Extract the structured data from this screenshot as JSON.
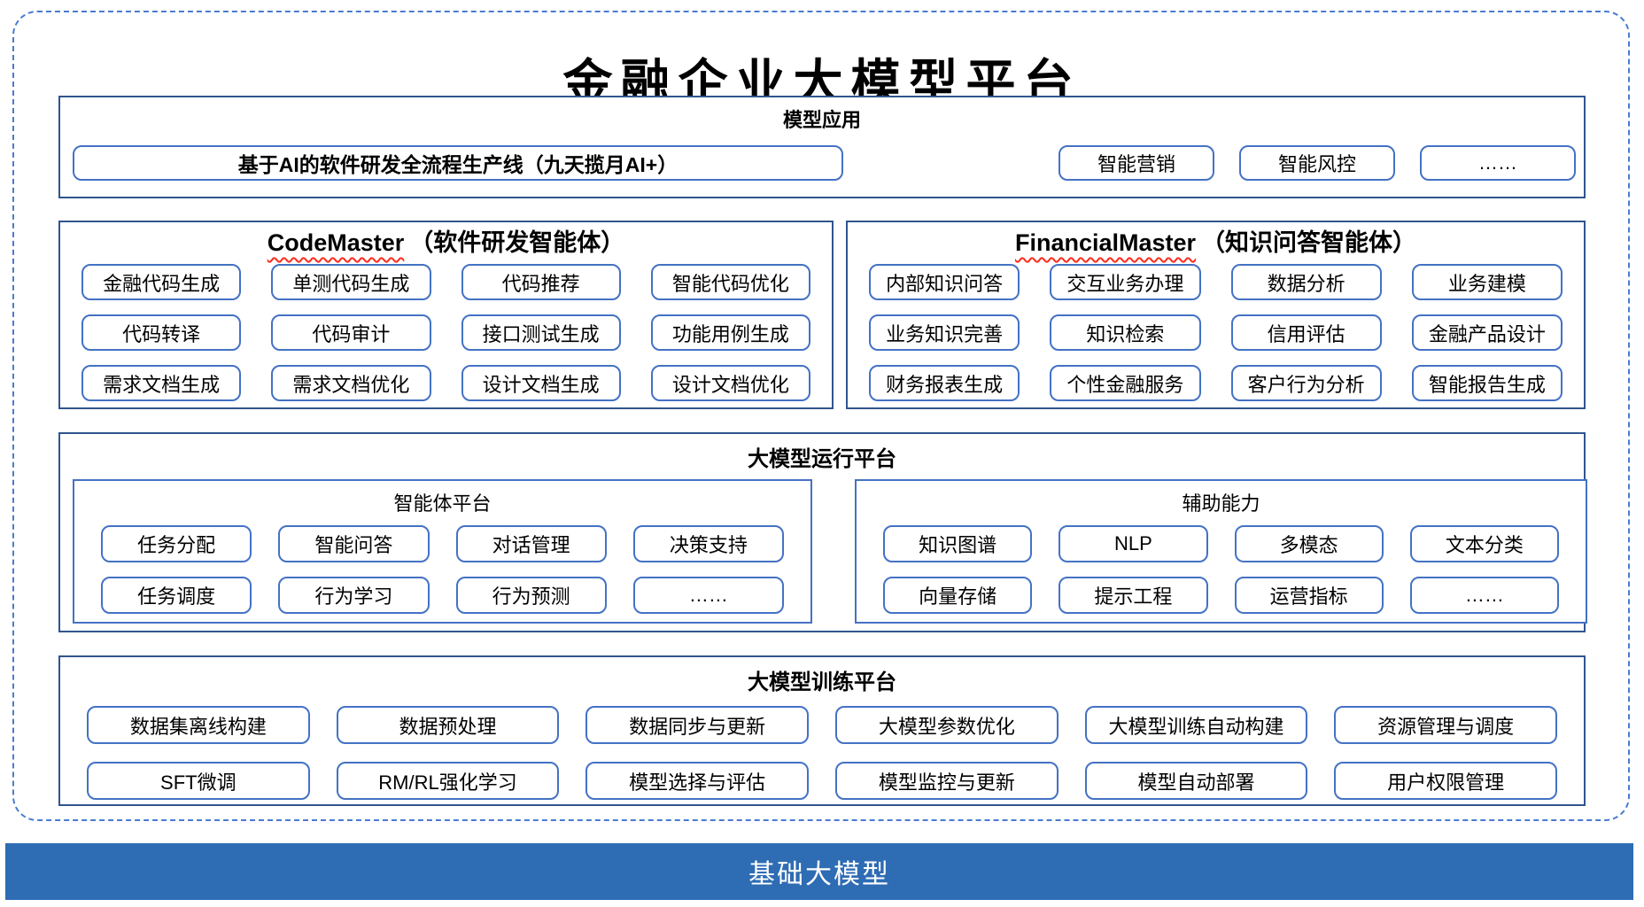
{
  "title": "金融企业大模型平台",
  "colors": {
    "frame_blue": "#4a7bd0",
    "box_border": "#30558e",
    "button_border": "#4472c4",
    "bar_blue": "#2e6cb4",
    "underline_red": "#ff2a1a"
  },
  "model_application": {
    "title": "模型应用",
    "pipeline_label": "基于AI的软件研发全流程生产线（九天揽月AI+）",
    "items": [
      "智能营销",
      "智能风控",
      "……"
    ]
  },
  "code_master": {
    "name": "CodeMaster",
    "subtitle": "（软件研发智能体）",
    "capabilities": [
      "金融代码生成",
      "单测代码生成",
      "代码推荐",
      "智能代码优化",
      "代码转译",
      "代码审计",
      "接口测试生成",
      "功能用例生成",
      "需求文档生成",
      "需求文档优化",
      "设计文档生成",
      "设计文档优化"
    ]
  },
  "financial_master": {
    "name": "FinancialMaster",
    "subtitle": "（知识问答智能体）",
    "capabilities": [
      "内部知识问答",
      "交互业务办理",
      "数据分析",
      "业务建模",
      "业务知识完善",
      "知识检索",
      "信用评估",
      "金融产品设计",
      "财务报表生成",
      "个性金融服务",
      "客户行为分析",
      "智能报告生成"
    ]
  },
  "runtime_platform": {
    "title": "大模型运行平台",
    "agent_platform": {
      "title": "智能体平台",
      "capabilities": [
        "任务分配",
        "智能问答",
        "对话管理",
        "决策支持",
        "任务调度",
        "行为学习",
        "行为预测",
        "……"
      ]
    },
    "auxiliary": {
      "title": "辅助能力",
      "capabilities": [
        "知识图谱",
        "NLP",
        "多模态",
        "文本分类",
        "向量存储",
        "提示工程",
        "运营指标",
        "……"
      ]
    }
  },
  "training_platform": {
    "title": "大模型训练平台",
    "capabilities": [
      "数据集离线构建",
      "数据预处理",
      "数据同步与更新",
      "大模型参数优化",
      "大模型训练自动构建",
      "资源管理与调度",
      "SFT微调",
      "RM/RL强化学习",
      "模型选择与评估",
      "模型监控与更新",
      "模型自动部署",
      "用户权限管理"
    ]
  },
  "base_model": {
    "label": "基础大模型"
  }
}
